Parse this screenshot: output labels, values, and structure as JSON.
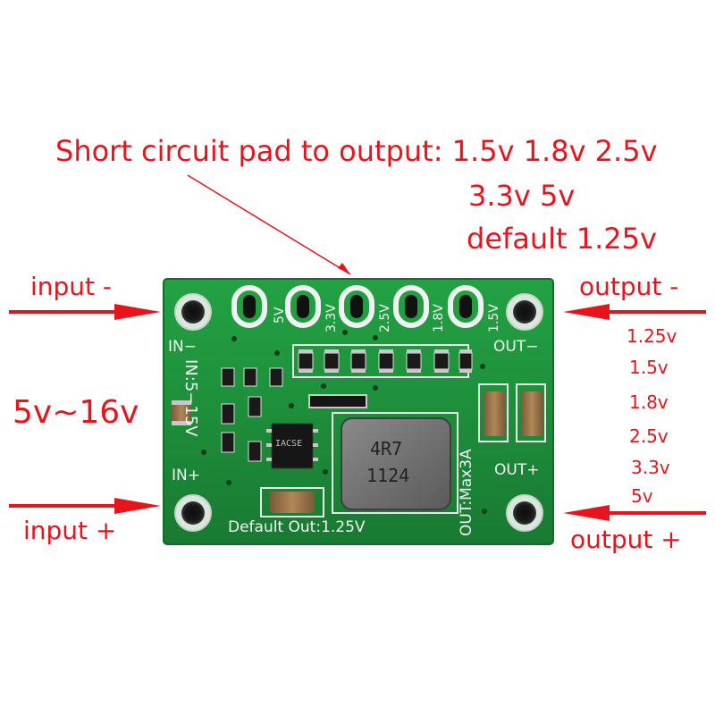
{
  "annotations": {
    "headline": "Short circuit pad to output: 1.5v 1.8v 2.5v",
    "headline_line2": "3.3v 5v",
    "headline_line3": "default 1.25v",
    "input_minus": "input -",
    "input_plus": "input +",
    "input_range": "5v~16v",
    "output_minus": "output -",
    "output_plus": "output +",
    "output_values": [
      "1.25v",
      "1.5v",
      "1.8v",
      "2.5v",
      "3.3v",
      "5v"
    ]
  },
  "board": {
    "pad_labels": [
      "5V",
      "3.3V",
      "2.5V",
      "1.8V",
      "1.5V"
    ],
    "in_minus": "IN−",
    "in_plus": "IN+",
    "in_range": "IN:5−15V",
    "out_minus": "OUT−",
    "out_plus": "OUT+",
    "out_max": "OUT:Max3A",
    "default_out": "Default Out:1.25V",
    "inductor_line1": "4R7",
    "inductor_line2": "1124",
    "ic_marking": "IACSE"
  },
  "colors": {
    "annotation_red": "#e8141c",
    "pcb_green": "#1f8f3c",
    "silkscreen": "#f4f4f4"
  }
}
